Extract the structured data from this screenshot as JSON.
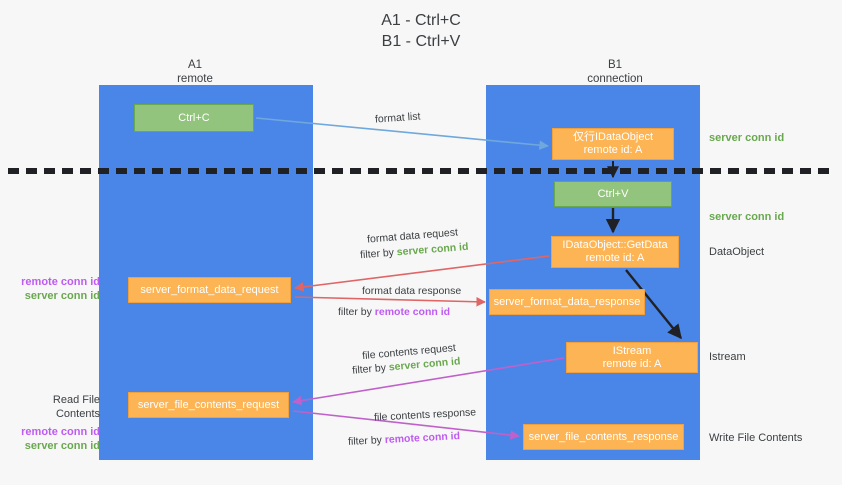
{
  "title": "A1 - Ctrl+C\nB1 - Ctrl+V",
  "lanes": [
    {
      "name": "A1",
      "sub": "remote",
      "label": "A1\nremote"
    },
    {
      "name": "B1",
      "sub": "connection",
      "label": "B1\nconnection"
    }
  ],
  "boxes": {
    "ctrl_c": "Ctrl+C",
    "idataobject": "仅行IDataObject\nremote id: A",
    "ctrl_v": "Ctrl+V",
    "getdata": "IDataObject::GetData\nremote id: A",
    "format_data_request": "server_format_data_request",
    "format_data_response": "server_format_data_response",
    "istream": "IStream\nremote id: A",
    "file_contents_request": "server_file_contents_request",
    "file_contents_response": "server_file_contents_response"
  },
  "mid_labels": {
    "format_list": "format list",
    "format_data_request": "format data request",
    "format_data_request_filter_prefix": "filter by ",
    "format_data_request_filter_value": "server conn id",
    "format_data_response": "format data response",
    "format_data_response_filter_prefix": "filter by ",
    "format_data_response_filter_value": "remote conn id",
    "file_contents_request": "file contents request",
    "file_contents_request_filter_prefix": "filter by ",
    "file_contents_request_filter_value": "server conn id",
    "file_contents_response": "file contents response",
    "file_contents_response_filter_prefix": "filter by ",
    "file_contents_response_filter_value": "remote conn id"
  },
  "left_labels": {
    "remote_conn_id": "remote conn id",
    "server_conn_id": "server conn id",
    "read_file_contents": "Read File Contents",
    "remote_conn_id_2": "remote conn id",
    "server_conn_id_2": "server conn id"
  },
  "right_labels": {
    "server_conn_id_1": "server conn id",
    "server_conn_id_2": "server conn id",
    "data_object": "DataObject",
    "istream": "Istream",
    "write_file_contents": "Write File Contents"
  },
  "colors": {
    "lane": "#4a86e8",
    "green_box": "#93c47d",
    "orange_box": "#fcb454",
    "green_text": "#6aa84f",
    "purple_text": "#bf5af2",
    "blue_arrow": "#6fa8dc",
    "red_arrow": "#e06666",
    "magenta_arrow": "#c061cb",
    "black_arrow": "#202124",
    "background": "#f7f7f7"
  }
}
